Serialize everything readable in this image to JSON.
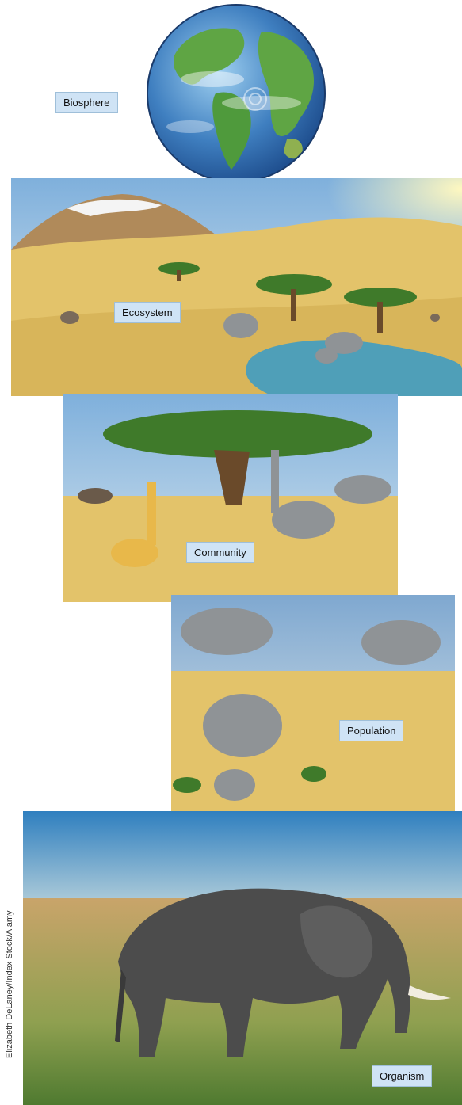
{
  "levels": {
    "biosphere": "Biosphere",
    "ecosystem": "Ecosystem",
    "community": "Community",
    "population": "Population",
    "organism": "Organism"
  },
  "photo_credit": "Elizabeth DeLaney/Index Stock/Alamy",
  "colors": {
    "label_bg": "#cfe3f5",
    "sky": "#8fb8dc",
    "savanna": "#e3c36a",
    "ocean": "#3f7fc0",
    "land": "#4f9a3c",
    "elephant": "#8f9396",
    "tree": "#3f7a2a"
  }
}
